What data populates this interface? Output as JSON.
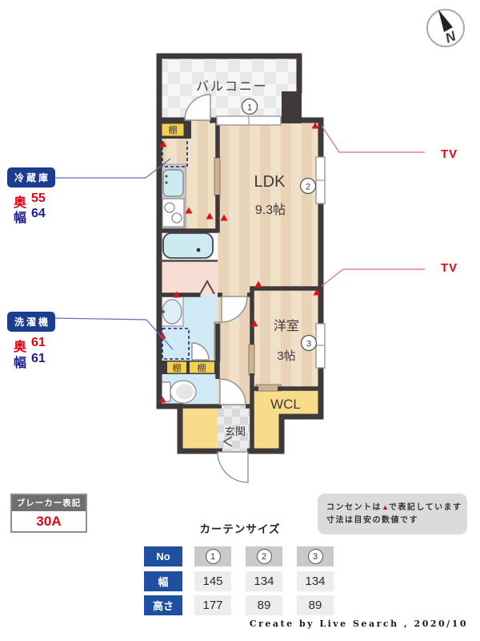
{
  "compass": {
    "n": "N"
  },
  "plan": {
    "balcony": "バルコニー",
    "ldk": "LDK",
    "ldk_size": "9.3帖",
    "western_room": "洋室",
    "western_size": "3帖",
    "wcl": "WCL",
    "entrance": "玄関",
    "shelf": "棚",
    "num1": "1",
    "num2": "2",
    "num3": "3"
  },
  "callouts": {
    "fridge": {
      "title": "冷蔵庫",
      "depth_label": "奥",
      "depth_value": "55",
      "width_label": "幅",
      "width_value": "64"
    },
    "washer": {
      "title": "洗濯機",
      "depth_label": "奥",
      "depth_value": "61",
      "width_label": "幅",
      "width_value": "61"
    },
    "tv": "TV"
  },
  "breaker": {
    "title": "ブレーカー表記",
    "value": "30A"
  },
  "notes": {
    "line1_before": "コンセントは",
    "line1_marker": "▲",
    "line1_after": "で表記しています",
    "line2": "寸法は目安の数値です"
  },
  "curtain_table": {
    "title": "カーテンサイズ",
    "row_headers": [
      "No",
      "幅",
      "高さ"
    ],
    "col_numbers": [
      "1",
      "2",
      "3"
    ],
    "width_values": [
      "145",
      "134",
      "134"
    ],
    "height_values": [
      "177",
      "89",
      "89"
    ]
  },
  "footer": {
    "credit": "Create by Live Search , 2020/10"
  },
  "colors": {
    "wall": "#3f3a39",
    "accent_navy": "#1c3d8f",
    "accent_red": "#e60012",
    "accent_blue": "#1d2088",
    "table_navy": "#1e4fa0",
    "floor_tan": "#f1e0c8",
    "floor_yellow": "#f8dc8b",
    "floor_blue": "#cfe9f5",
    "floor_pink": "#f7ddd3"
  }
}
